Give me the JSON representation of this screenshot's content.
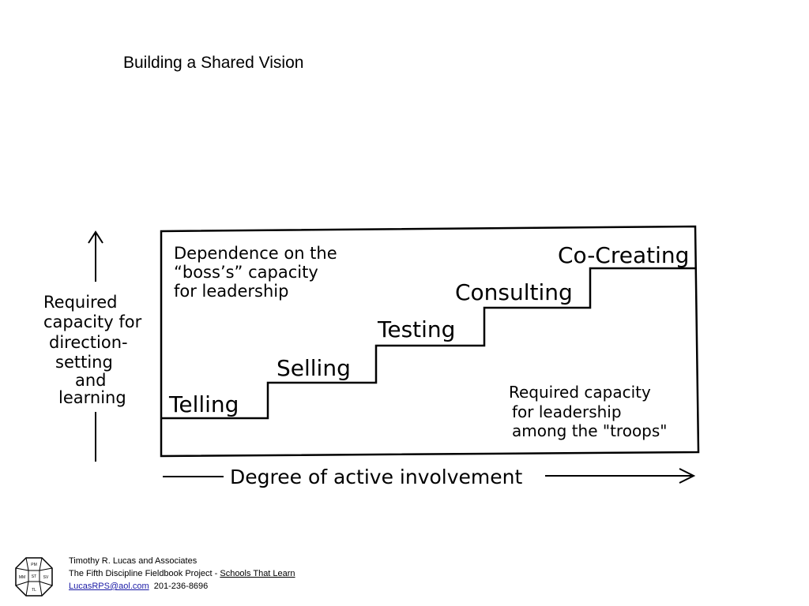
{
  "slide": {
    "title": "Building a Shared Vision"
  },
  "diagram": {
    "left_axis_label": [
      "Required",
      "capacity for",
      "direction-",
      "setting",
      "and",
      "learning"
    ],
    "top_left_note": [
      "Dependence on the",
      "“boss’s” capacity",
      "for leadership"
    ],
    "bottom_right_note": [
      "Required capacity",
      "for leadership",
      "among the \"troops\""
    ],
    "bottom_axis_label": "Degree of active involvement",
    "steps": [
      "Telling",
      "Selling",
      "Testing",
      "Consulting",
      "Co-Creating"
    ]
  },
  "footer": {
    "line1": "Timothy R. Lucas and  Associates",
    "line2_prefix": "The Fifth Discipline Fieldbook Project - ",
    "line2_link": "Schools That Learn",
    "email": "LucasRPS@aol.com",
    "phone": "201-236-8696"
  },
  "logo": {
    "labels": [
      "PM",
      "MM",
      "ST",
      "SV",
      "TL"
    ],
    "icon": "octagon-logo-icon"
  }
}
